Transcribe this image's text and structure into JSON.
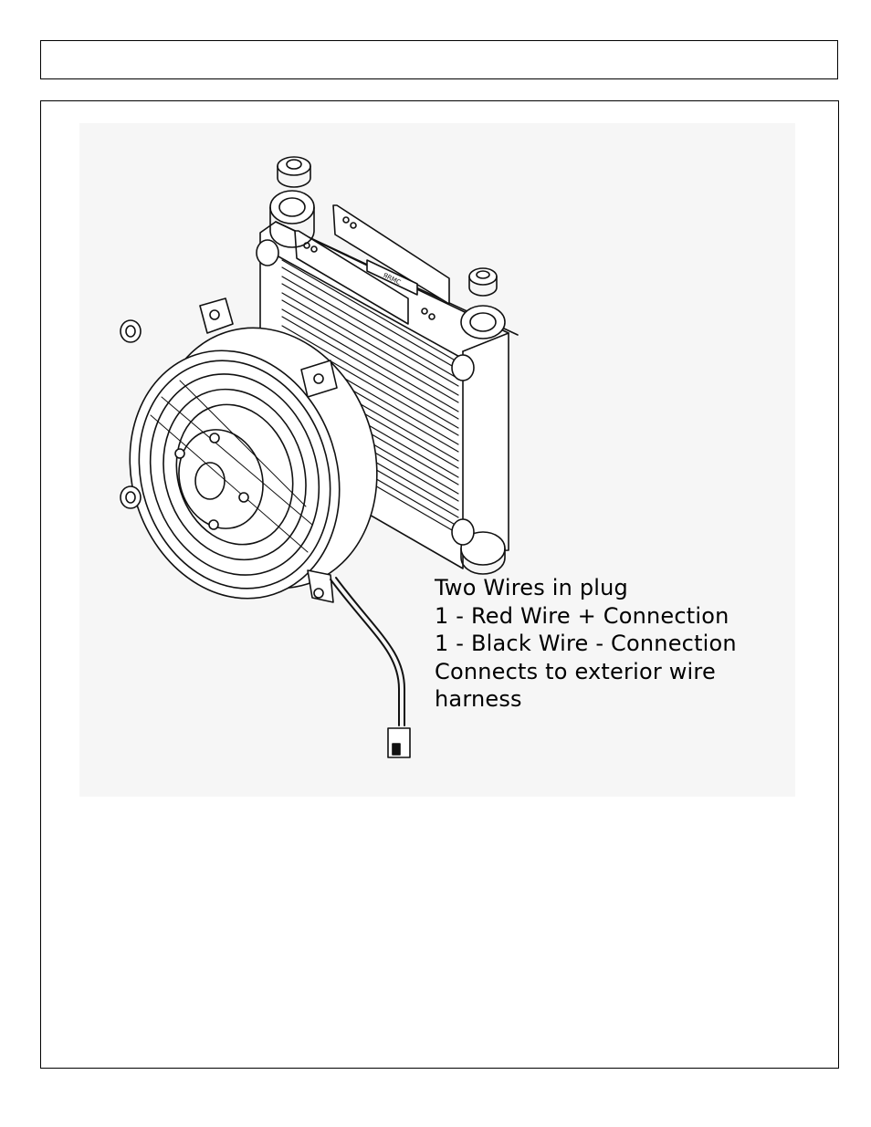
{
  "header": {
    "title": ""
  },
  "figure": {
    "caption_lines": [
      "Two Wires in plug",
      "1 - Red Wire + Connection",
      "1 - Black Wire - Connection",
      "Connects to exterior wire",
      "harness"
    ],
    "label_plate": "ЯRMC"
  }
}
